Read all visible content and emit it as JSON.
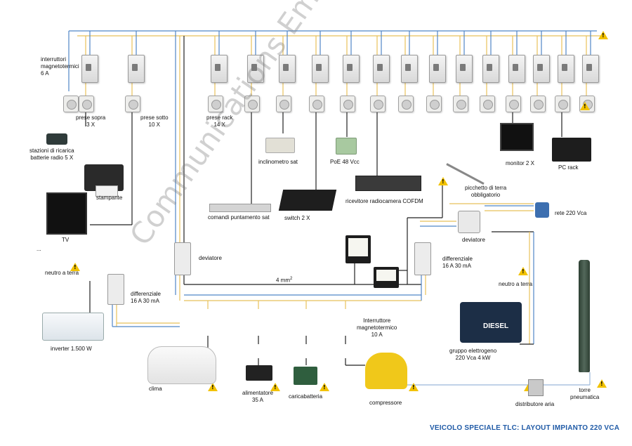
{
  "title": "VEICOLO SPECIALE TLC: LAYOUT IMPIANTO 220 VCA",
  "watermark": "Communications Emergency Rep",
  "labels": {
    "interruttori": "interruttori\nmagnetotermici\n6 A",
    "prese_sopra": "prese sopra\n3 X",
    "prese_sotto": "prese sotto\n10 X",
    "prese_rack": "prese rack\n14 X",
    "stazioni": "stazioni di ricarica\nbatterie radio 5 X",
    "stampante": "stampante",
    "tv": "TV",
    "ellipsis": "...",
    "neutro_terra_left": "neutro a terra",
    "differenziale_left": "differenziale\n16 A 30 mA",
    "inverter": "inverter 1.500 W",
    "clima": "clima",
    "inclinometro": "inclinometro sat",
    "poe": "PoE 48 Vcc",
    "comandi": "comandi puntamento sat",
    "switch": "switch 2 X",
    "ricevitore": "ricevitore radiocamera COFDM",
    "monitor": "monitor 2 X",
    "pc_rack": "PC rack",
    "picchetto": "picchetto di terra\nobbligatorio",
    "rete": "rete 220 Vca",
    "deviatore_right": "deviatore",
    "deviatore_left": "deviatore",
    "differenziale_right": "differenziale\n16 A 30 mA",
    "neutro_terra_right": "neutro a terra",
    "sezione": "4 mm",
    "sezione_sup": "2",
    "interruttore_mt": "Interruttore\nmagnetotermico\n10 A",
    "gruppo": "gruppo elettrogeno\n220 Vca  4 kW",
    "generator_brand": "DIESEL",
    "alimentatore": "alimentatore\n35 A",
    "caricabatteria": "caricabatteria",
    "compressore": "compressore",
    "distributore": "distributore aria",
    "torre": "torre\npneumatica"
  },
  "colors": {
    "phase_wire": "#e8c15a",
    "neutral_wire": "#4f86c6",
    "earth_wire": "#222222",
    "air_line": "#9bb7d9",
    "warning": "#f2c200",
    "title": "#1f5aa6"
  },
  "icons": [
    "breaker-icon",
    "socket-icon",
    "warning-icon",
    "tv-icon",
    "printer-icon",
    "monitor-icon",
    "pc-rack-icon",
    "inverter-icon",
    "air-conditioner-icon",
    "generator-icon",
    "compressor-icon",
    "tower-icon",
    "meter-icon"
  ]
}
